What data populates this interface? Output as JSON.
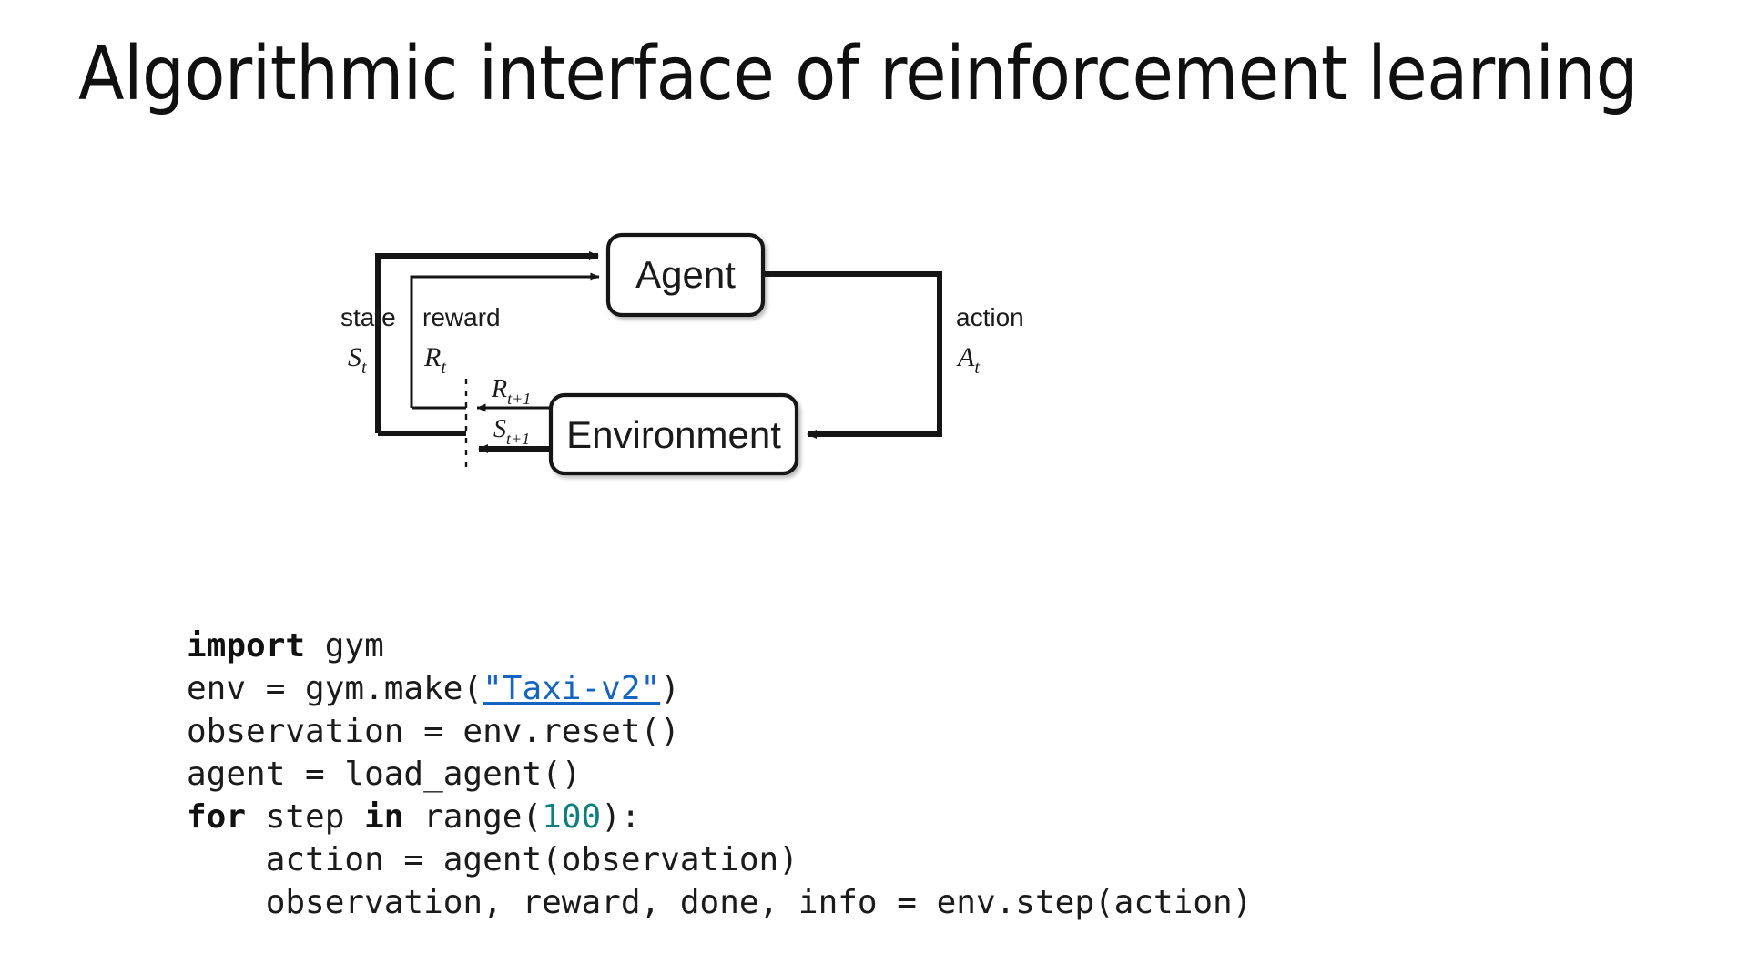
{
  "slide": {
    "title": "Algorithmic interface of reinforcement learning",
    "background_color": "#ffffff"
  },
  "diagram": {
    "name": "agent-environment-interaction-loop",
    "nodes": [
      {
        "id": "agent",
        "label": "Agent"
      },
      {
        "id": "environment",
        "label": "Environment"
      }
    ],
    "edge_labels": [
      {
        "id": "state",
        "text": "state",
        "symbol": "S",
        "subscript": "t"
      },
      {
        "id": "reward",
        "text": "reward",
        "symbol": "R",
        "subscript": "t"
      },
      {
        "id": "action",
        "text": "action",
        "symbol": "A",
        "subscript": "t"
      },
      {
        "id": "next-reward",
        "symbol": "R",
        "subscript": "t+1"
      },
      {
        "id": "next-state",
        "symbol": "S",
        "subscript": "t+1"
      }
    ],
    "stroke_color": "#1a1a1a"
  },
  "code": {
    "language": "python",
    "keyword_color": "#111111",
    "number_color": "#0d7d7d",
    "link_color": "#1565c0",
    "lines": [
      {
        "id": "line-1",
        "tokens": [
          {
            "type": "keyword",
            "text": "import"
          },
          {
            "type": "plain",
            "text": " gym"
          }
        ]
      },
      {
        "id": "line-2",
        "tokens": [
          {
            "type": "plain",
            "text": "env = gym.make("
          },
          {
            "type": "link",
            "text": "\"Taxi-v2\""
          },
          {
            "type": "plain",
            "text": ")"
          }
        ]
      },
      {
        "id": "line-3",
        "tokens": [
          {
            "type": "plain",
            "text": "observation = env.reset()"
          }
        ]
      },
      {
        "id": "line-4",
        "tokens": [
          {
            "type": "plain",
            "text": "agent = load_agent()"
          }
        ]
      },
      {
        "id": "line-5",
        "tokens": [
          {
            "type": "keyword",
            "text": "for"
          },
          {
            "type": "plain",
            "text": " step "
          },
          {
            "type": "keyword",
            "text": "in"
          },
          {
            "type": "plain",
            "text": " range("
          },
          {
            "type": "number",
            "text": "100"
          },
          {
            "type": "plain",
            "text": "):"
          }
        ]
      },
      {
        "id": "line-6",
        "tokens": [
          {
            "type": "plain",
            "text": "    action = agent(observation)"
          }
        ]
      },
      {
        "id": "line-7",
        "tokens": [
          {
            "type": "plain",
            "text": "    observation, reward, done, info = env.step(action)"
          }
        ]
      }
    ]
  }
}
